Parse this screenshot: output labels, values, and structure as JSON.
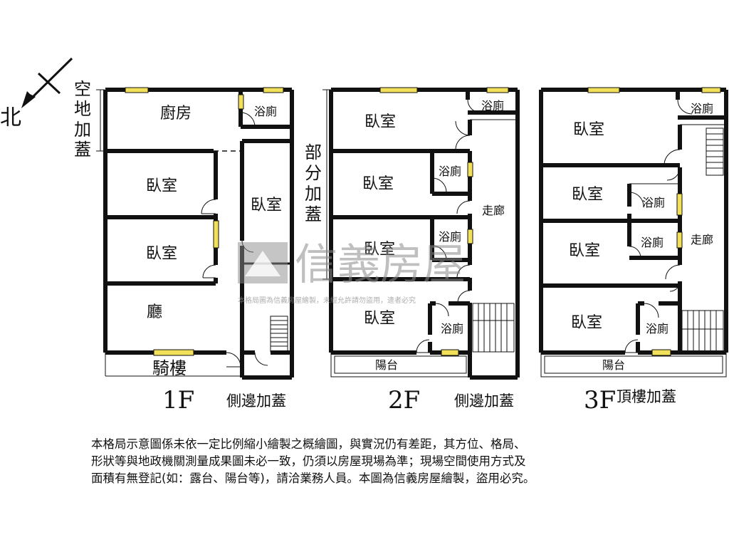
{
  "compass": {
    "label": "北"
  },
  "annotations": {
    "open_space_addition": [
      "空",
      "地",
      "加",
      "蓋"
    ],
    "partial_addition": [
      "部",
      "分",
      "加",
      "蓋"
    ]
  },
  "floors": [
    {
      "label": "1F",
      "side_label": "側邊加蓋",
      "rooms": {
        "kitchen": "廚房",
        "bath": "浴廁",
        "bedroom_1": "臥室",
        "bedroom_2": "臥室",
        "bedroom_side": "臥室",
        "living": "廳",
        "arcade": "騎樓"
      }
    },
    {
      "label": "2F",
      "side_label": "側邊加蓋",
      "rooms": {
        "bedroom_1": "臥室",
        "bedroom_2": "臥室",
        "bedroom_3": "臥室",
        "bedroom_4": "臥室",
        "bath_1": "浴廁",
        "bath_2": "浴廁",
        "bath_3": "浴廁",
        "bath_4": "浴廁",
        "corridor": "走廊",
        "balcony": "陽台"
      }
    },
    {
      "label": "3F",
      "side_label": "頂樓加蓋",
      "rooms": {
        "bedroom_1": "臥室",
        "bedroom_2": "臥室",
        "bedroom_3": "臥室",
        "bedroom_4": "臥室",
        "bath_1": "浴廁",
        "bath_2": "浴廁",
        "bath_3": "浴廁",
        "bath_4": "浴廁",
        "corridor": "走廊",
        "balcony": "陽台"
      }
    }
  ],
  "watermark": {
    "brand": "信義房屋",
    "notice": "本格局圖為信義房屋繪製，未經允許請勿盜用，違者必究"
  },
  "disclaimer": [
    "本格局示意圖係未依一定比例縮小繪製之概繪圖，與實況仍有差距，其方位、格局、",
    "形狀等與地政機關測量成果圖未必一致，仍須以房屋現場為準；現場空間使用方式及",
    "面積有無登記(如：露台、陽台等)，請洽業務人員。本圖為信義房屋繪製，盜用必究。"
  ]
}
